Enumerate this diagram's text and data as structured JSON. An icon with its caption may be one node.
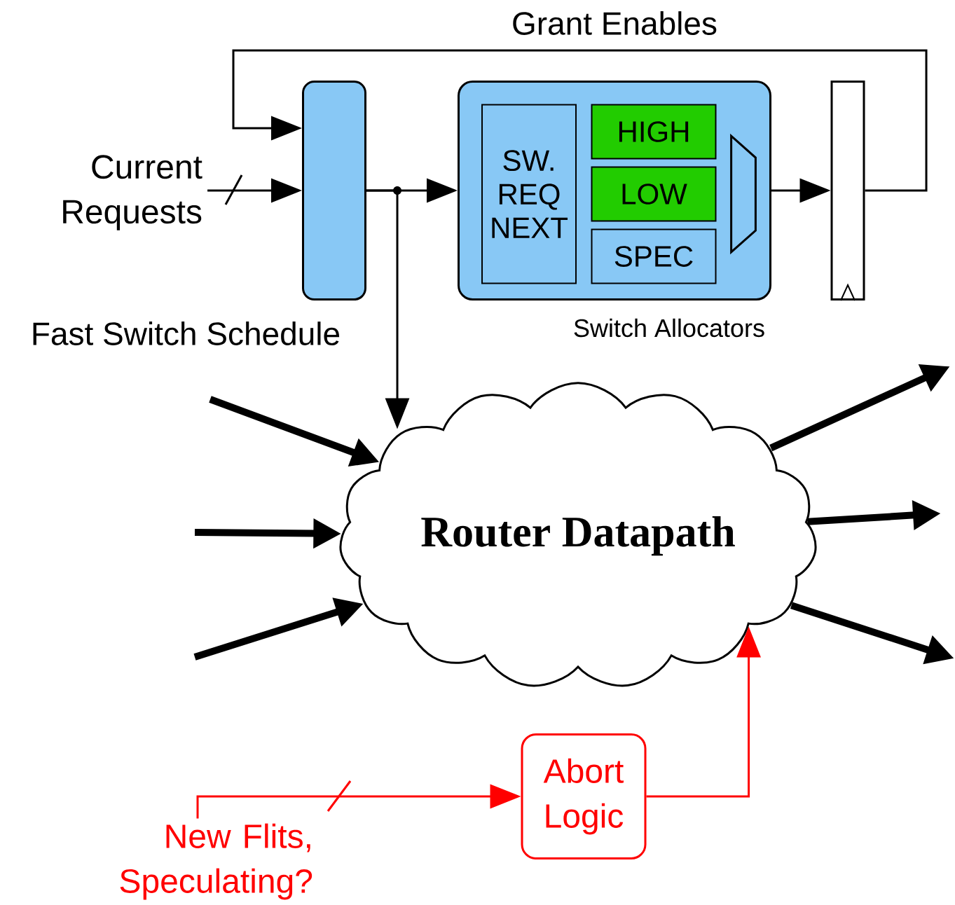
{
  "diagram": {
    "nodes": [
      {
        "text": [
          "Current Requests"
        ]
      },
      {
        "text": [],
        "shape": "box",
        "beside": [
          "Fast Switch Schedule"
        ]
      },
      {
        "text": [],
        "shape": "box",
        "beside": [
          "Switch Allocators"
        ]
      },
      {
        "text": [
          "SW. REQ NEXT"
        ],
        "in": 2
      },
      {
        "text": [
          "HIGH"
        ],
        "in": 2
      },
      {
        "text": [
          "LOW"
        ],
        "in": 2
      },
      {
        "text": [
          "SPEC"
        ],
        "in": 2
      },
      {
        "text": [],
        "shape": "trapezoid",
        "in": 2
      },
      {
        "text": [],
        "shape": "box"
      },
      {
        "text": [
          "Router Datapath"
        ]
      },
      {
        "text": [
          "Abort Logic"
        ]
      },
      {
        "text": [
          "New Flits, Speculating?"
        ]
      }
    ],
    "edges": [
      {
        "from": 0,
        "to": 1,
        "arrow": "to"
      },
      {
        "from": 8,
        "to": 1,
        "arrow": "to",
        "label": "Grant Enables"
      },
      {
        "from": 1,
        "to": 2,
        "arrow": "to"
      },
      {
        "from": 1,
        "to": 9,
        "arrow": "to"
      },
      {
        "from": 2,
        "to": 8,
        "arrow": "to"
      },
      {
        "from": 11,
        "to": 10,
        "arrow": "to",
        "color": "#ff0000"
      },
      {
        "from": 10,
        "to": 9,
        "arrow": "to",
        "color": "#ff0000"
      },
      {
        "from": null,
        "to": 9,
        "arrow": "to",
        "style": "thick"
      },
      {
        "from": null,
        "to": 9,
        "arrow": "to",
        "style": "thick"
      },
      {
        "from": null,
        "to": 9,
        "arrow": "to",
        "style": "thick"
      },
      {
        "from": 9,
        "to": null,
        "arrow": "to",
        "style": "thick"
      },
      {
        "from": 9,
        "to": null,
        "arrow": "to",
        "style": "thick"
      },
      {
        "from": 9,
        "to": null,
        "arrow": "to",
        "style": "thick"
      }
    ]
  }
}
